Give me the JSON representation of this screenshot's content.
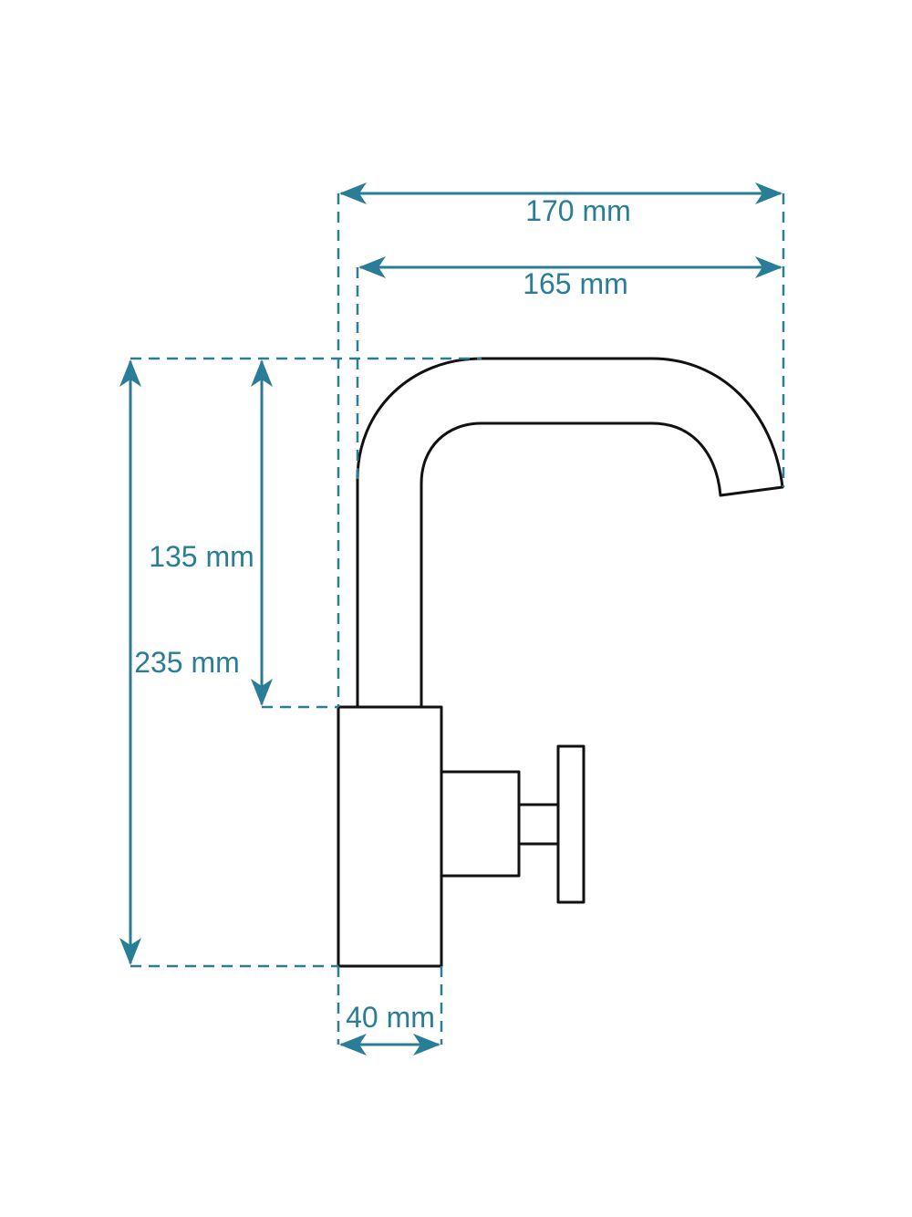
{
  "colors": {
    "dimension": "#2a7d96",
    "outline": "#111111",
    "background": "#ffffff"
  },
  "dimensions": {
    "overall_reach": "170 mm",
    "spout_reach": "165 mm",
    "spout_height": "135 mm",
    "total_height": "235 mm",
    "base_width": "40 mm"
  }
}
